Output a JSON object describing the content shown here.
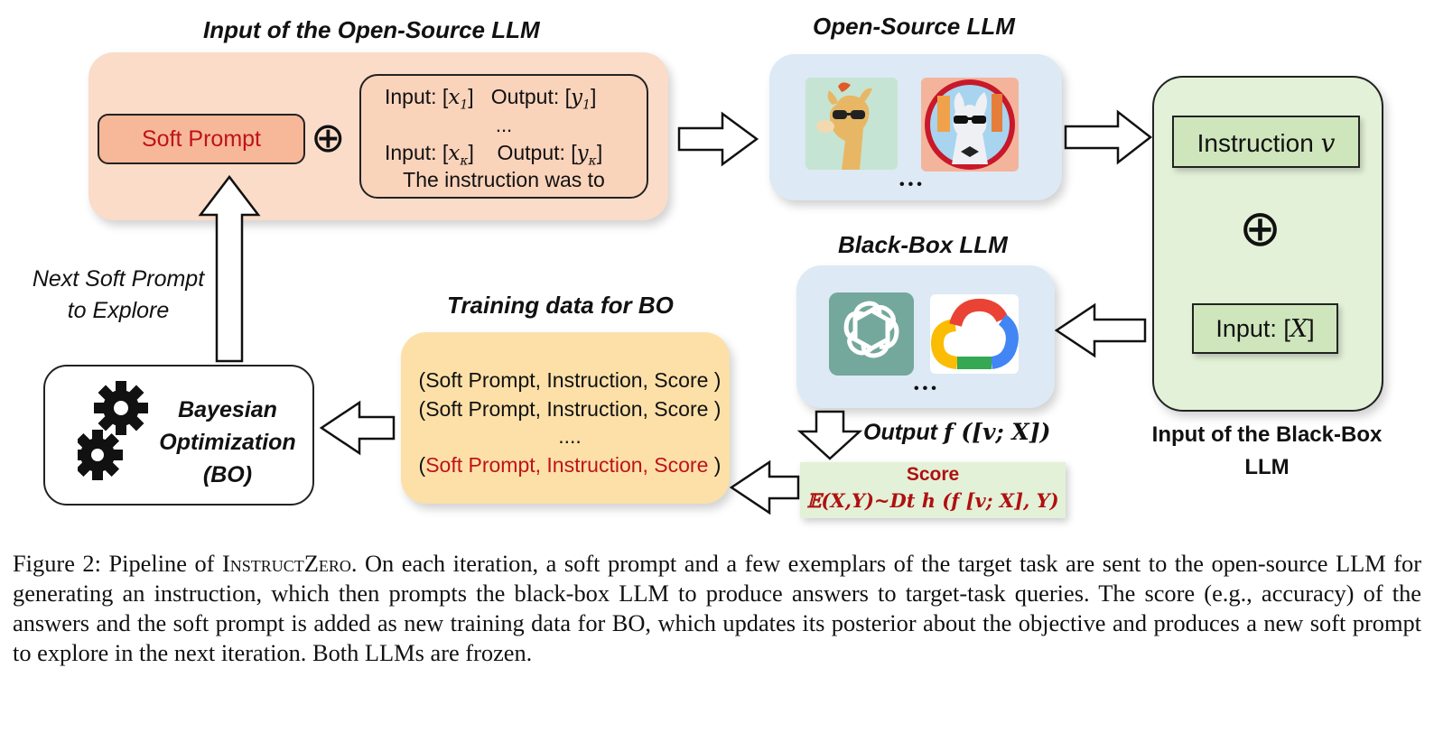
{
  "titles": {
    "input_open_source": "Input of the Open-Source LLM",
    "open_source_llm": "Open-Source  LLM",
    "black_box_llm": "Black-Box LLM",
    "training_data": "Training data for BO",
    "input_black_box_line1": "Input of the Black-Box",
    "input_black_box_line2": "LLM"
  },
  "soft_prompt_box": {
    "label": "Soft Prompt"
  },
  "oplus": "⊕",
  "exemplar_box": {
    "row1_input": "Input: [",
    "row1_input_var": "x",
    "row1_input_sub": "1",
    "row1_output": "Output: [",
    "row1_output_var": "y",
    "row1_output_sub": "1",
    "ellipsis": "...",
    "row2_input": "Input: [",
    "row2_input_var": "x",
    "row2_input_sub": "κ",
    "row2_output": "Output: [",
    "row2_output_var": "y",
    "row2_output_sub": "κ",
    "close_bracket": "]",
    "instruction_line": "The instruction was to"
  },
  "dots": "•••",
  "black_box_input": {
    "instruction_label": "Instruction ",
    "instruction_var": "v",
    "input_label": "Input: [",
    "input_var": "X",
    "input_close": "]"
  },
  "next_soft_prompt": {
    "line1": "Next Soft Prompt",
    "line2": "to Explore"
  },
  "bo_box": {
    "line1": "Bayesian",
    "line2": "Optimization",
    "line3": "(BO)"
  },
  "training_rows": [
    "(Soft Prompt, Instruction, Score )",
    "(Soft Prompt, Instruction, Score )",
    "....",
    "Soft Prompt, Instruction, Score"
  ],
  "training_last_open": "(",
  "training_last_close": " )",
  "output_label": {
    "prefix": "Output ",
    "expr": "f ([v; X])"
  },
  "score_box": {
    "title": "Score",
    "expr": "𝔼(X,Y)~Dt h (f [v; X], Y)"
  },
  "caption": {
    "fig_label": "Figure 2:  Pipeline of ",
    "name": "InstructZero",
    "body": ". On each iteration, a soft prompt and a few exemplars of the target task are sent to the open-source LLM for generating an instruction, which then prompts the black-box LLM to produce answers to target-task queries. The score (e.g., accuracy) of the answers and the soft prompt is added as new training data for BO, which updates its posterior about the objective and produces a new soft prompt to explore in the next iteration. Both LLMs are frozen."
  },
  "colors": {
    "orange_panel": "#fbdcc8",
    "blue_panel": "#dde9f5",
    "yellow_panel": "#fce0a8",
    "green_panel": "#e3f1d8",
    "green_box": "#cfe6bd",
    "soft_prompt_fill": "#f6b898",
    "score_red": "#c0121a"
  },
  "icons": [
    "alpaca-sunglasses-icon",
    "llama-circle-icon",
    "openai-logo-icon",
    "google-cloud-icon",
    "gear-icon"
  ]
}
